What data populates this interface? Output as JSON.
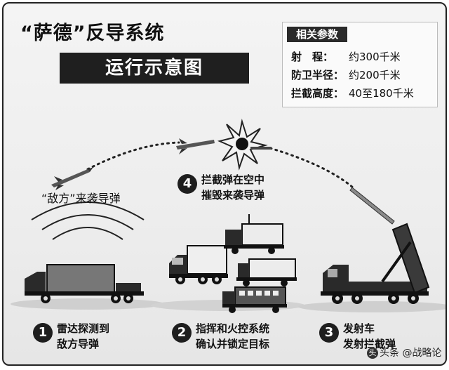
{
  "title": {
    "main": "“萨德”反导系统",
    "sub": "运行示意图"
  },
  "params": {
    "header": "相关参数",
    "rows": [
      {
        "label": "射　程：",
        "value": "约300千米"
      },
      {
        "label": "防卫半径：",
        "value": "约200千米"
      },
      {
        "label": "拦截高度：",
        "value": "40至180千米"
      }
    ]
  },
  "labels": {
    "enemy_missile": "“敌方”来袭导弹"
  },
  "steps": [
    {
      "number": "1",
      "lines": [
        "雷达探测到",
        "敌方导弹"
      ]
    },
    {
      "number": "2",
      "lines": [
        "指挥和火控系统",
        "确认并锁定目标"
      ]
    },
    {
      "number": "3",
      "lines": [
        "发射车",
        "发射拦截弹"
      ]
    },
    {
      "number": "4",
      "lines": [
        "拦截弹在空中",
        "摧毁来袭导弹"
      ]
    }
  ],
  "watermark": {
    "icon": "头",
    "text": "头条 @战略论"
  }
}
